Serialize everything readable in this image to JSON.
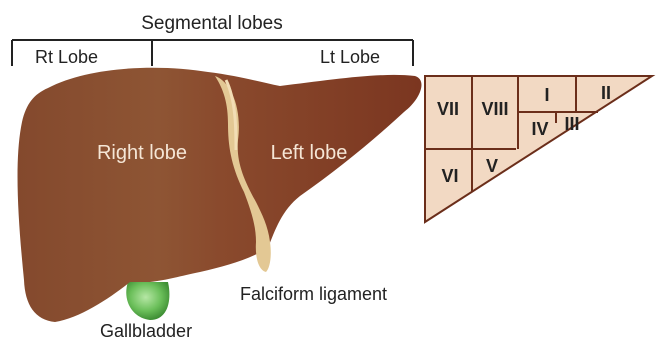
{
  "header": {
    "title": "Segmental lobes",
    "rt_lobe": "Rt Lobe",
    "lt_lobe": "Lt Lobe"
  },
  "liver": {
    "right_lobe_label": "Right lobe",
    "left_lobe_label": "Left lobe",
    "ligament_label": "Falciform ligament",
    "gallbladder_label": "Gallbladder"
  },
  "segments": {
    "s1": "I",
    "s2": "II",
    "s3": "III",
    "s4": "IV",
    "s5": "V",
    "s6": "VI",
    "s7": "VII",
    "s8": "VIII"
  },
  "colors": {
    "liver_right": "#8a4a2a",
    "liver_left": "#7a3a22",
    "ligament": "#e8cfa0",
    "gallbladder": "#6bbf5a",
    "segment_fill": "#f2d9c3",
    "segment_stroke": "#6b2e1a"
  }
}
